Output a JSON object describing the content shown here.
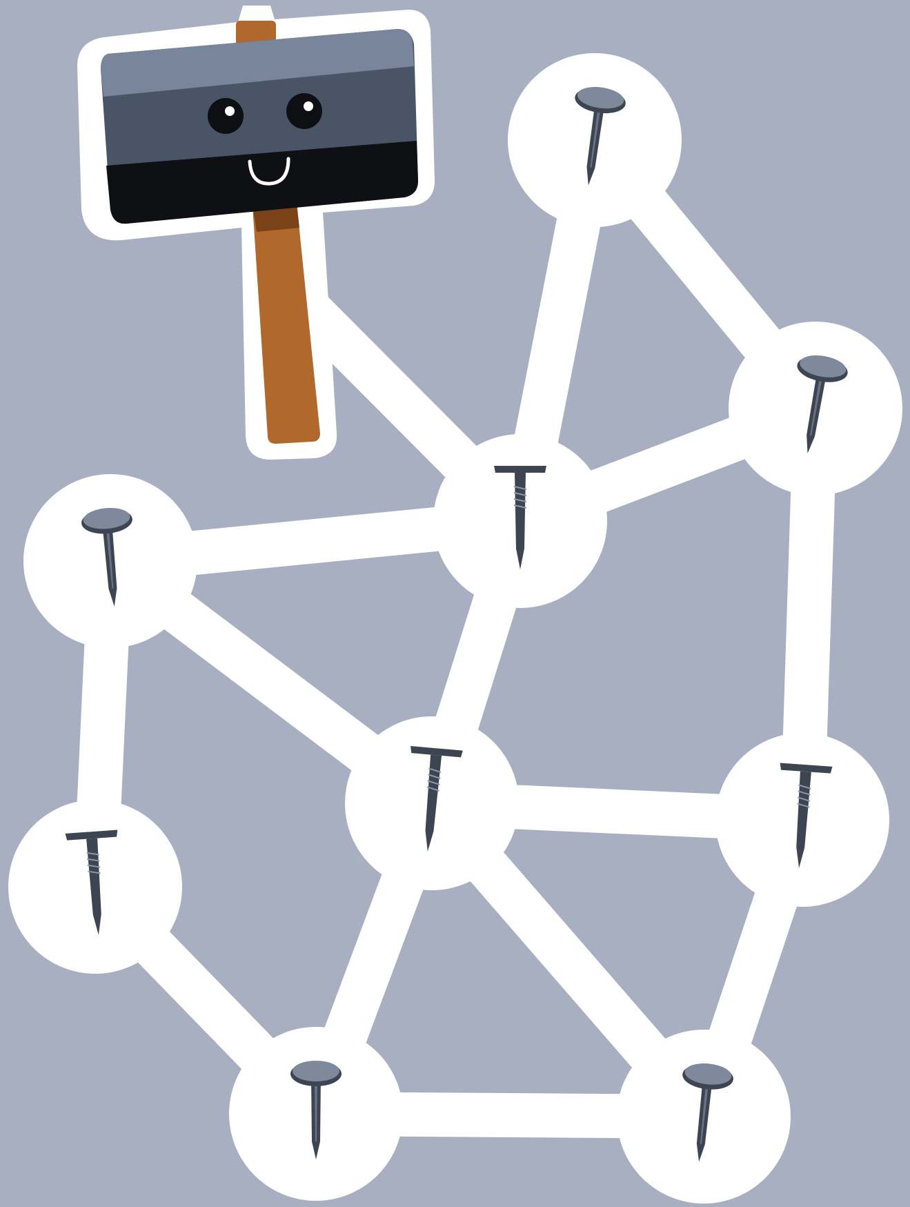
{
  "game": {
    "background_color": "#a7afc1",
    "track_color": "#ffffff",
    "nail_color": "#3e4552",
    "nail_head_color": "#7f899c",
    "hammer": {
      "icon": "hammer-character-icon",
      "head_color": "#495467",
      "band_color": "#0f1013",
      "handle_color": "#b0682c",
      "expression": "smiling"
    },
    "nodes": [
      {
        "id": "n1",
        "nail": "round-head"
      },
      {
        "id": "n2",
        "nail": "round-head"
      },
      {
        "id": "n3",
        "nail": "flat-head"
      },
      {
        "id": "n4",
        "nail": "round-head"
      },
      {
        "id": "n5",
        "nail": "flat-head"
      },
      {
        "id": "n6",
        "nail": "flat-head"
      },
      {
        "id": "n7",
        "nail": "flat-head"
      },
      {
        "id": "n8",
        "nail": "round-head"
      },
      {
        "id": "n9",
        "nail": "round-head"
      }
    ],
    "edges": [
      [
        "n1",
        "n3"
      ],
      [
        "n1",
        "n2"
      ],
      [
        "n2",
        "n3"
      ],
      [
        "n3",
        "n4"
      ],
      [
        "n3",
        "n5"
      ],
      [
        "n2",
        "n7"
      ],
      [
        "n4",
        "n5"
      ],
      [
        "n4",
        "n6"
      ],
      [
        "n5",
        "n7"
      ],
      [
        "n5",
        "n8"
      ],
      [
        "n5",
        "n9"
      ],
      [
        "n6",
        "n8"
      ],
      [
        "n8",
        "n9"
      ],
      [
        "n7",
        "n9"
      ],
      [
        "hammer",
        "n3"
      ]
    ]
  }
}
